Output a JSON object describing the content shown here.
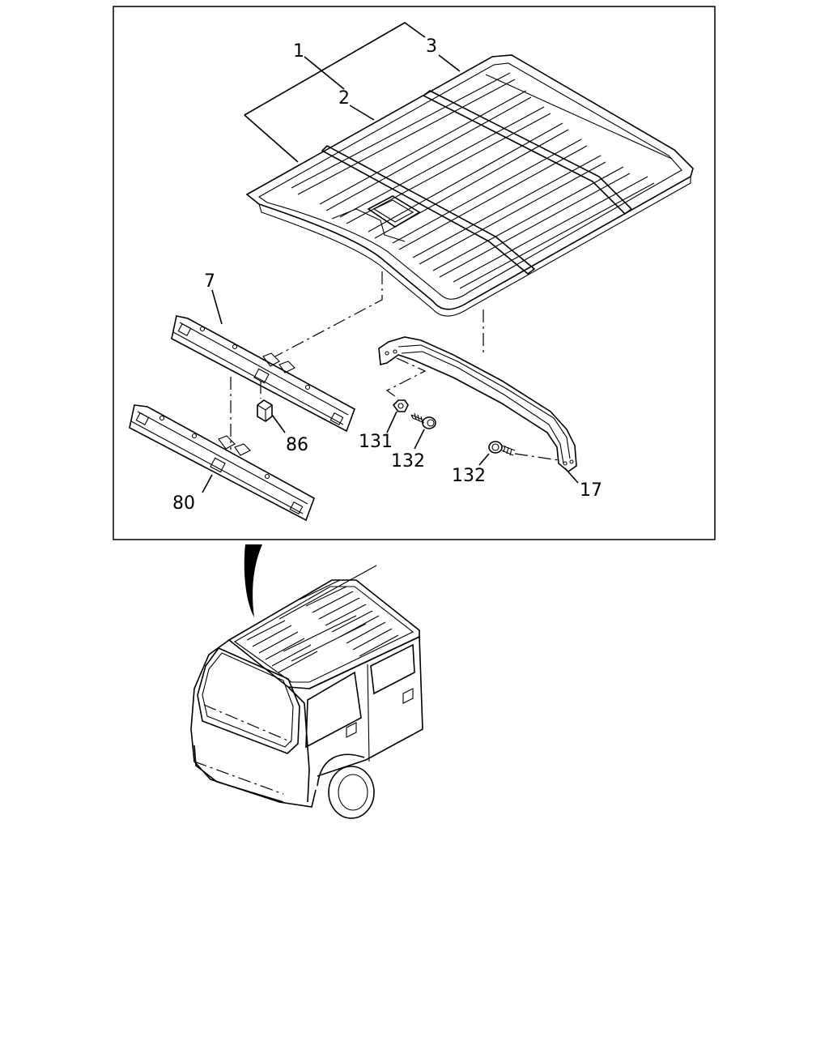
{
  "diagram": {
    "callouts": {
      "p1": "1",
      "p2": "2",
      "p3": "3",
      "p7": "7",
      "p86": "86",
      "p80": "80",
      "p131": "131",
      "p132a": "132",
      "p132b": "132",
      "p17": "17"
    }
  }
}
